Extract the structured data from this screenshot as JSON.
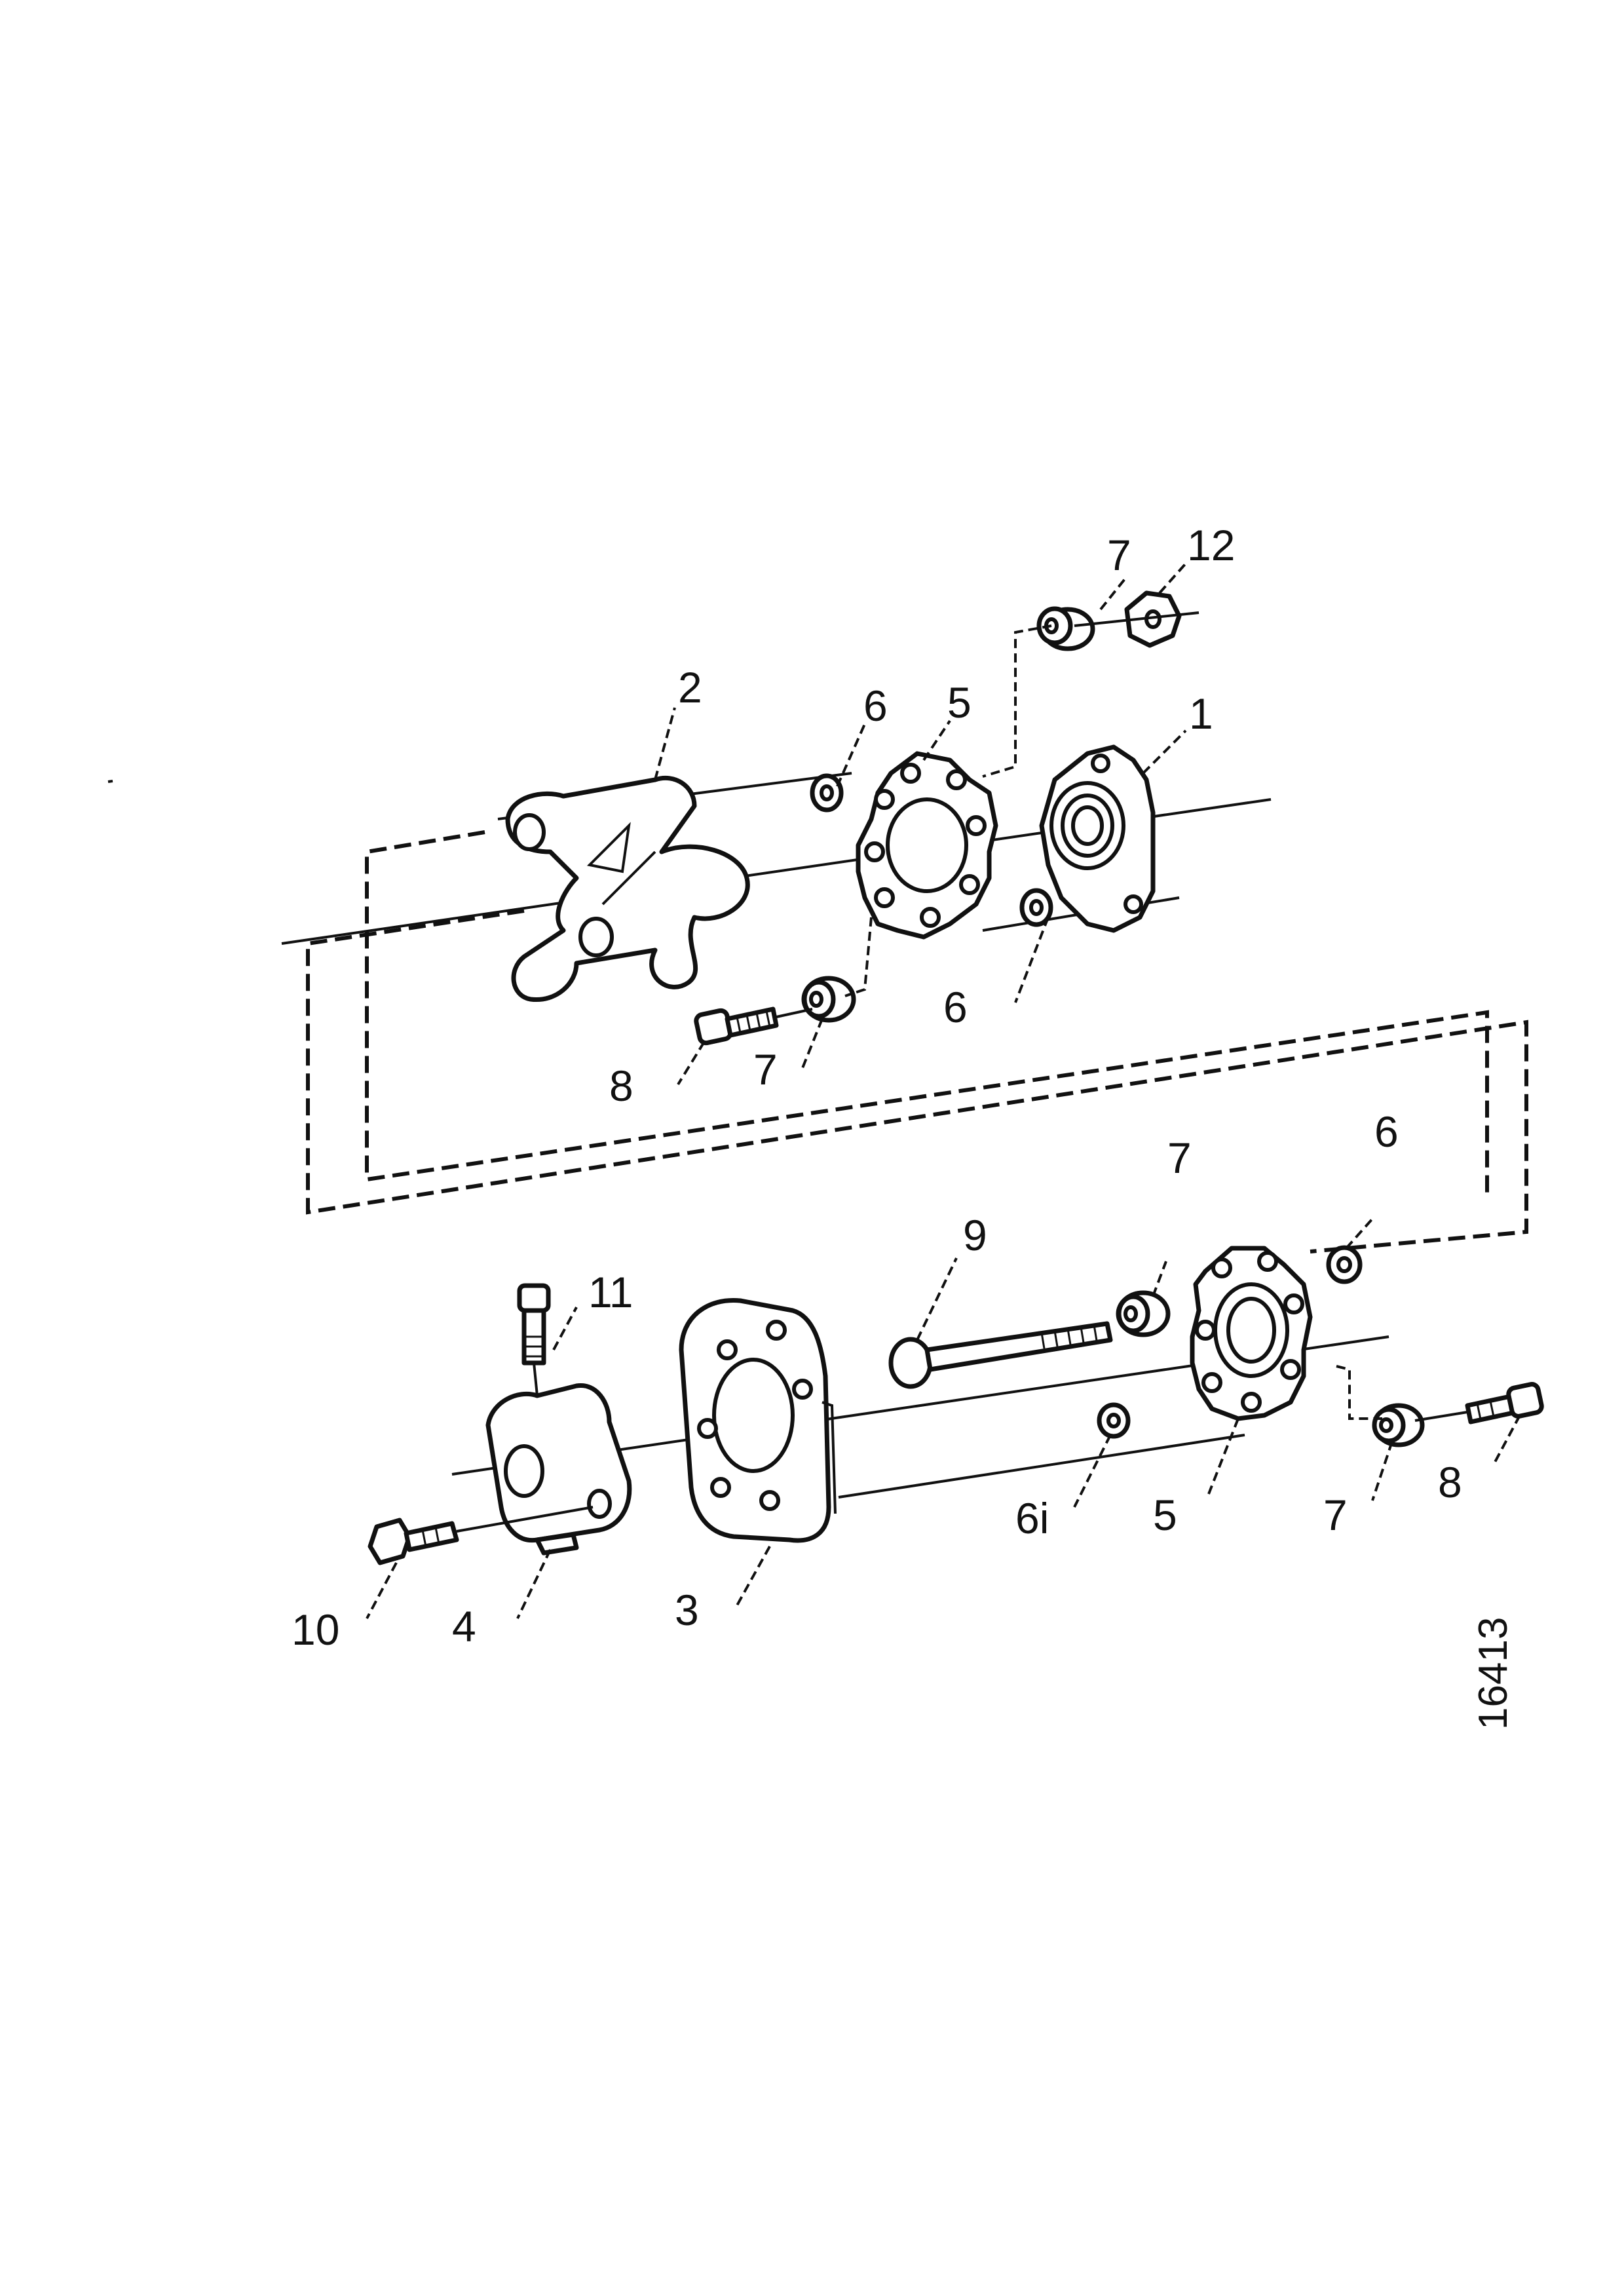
{
  "labels": {
    "p1": "1",
    "p2": "2",
    "p3": "3",
    "p4": "4",
    "p5_top": "5",
    "p5_bottom": "5",
    "p6_top_a": "6",
    "p6_top_b": "6",
    "p6_bottom_a": "6",
    "p6_bottom_b": "6i",
    "p7_top_a": "7",
    "p7_top_b": "7",
    "p7_bottom_a": "7",
    "p7_bottom_b": "7",
    "p8_top": "8",
    "p8_bottom": "8",
    "p9": "9",
    "p10": "10",
    "p11": "11",
    "p12": "12"
  },
  "figure_number": "16413"
}
